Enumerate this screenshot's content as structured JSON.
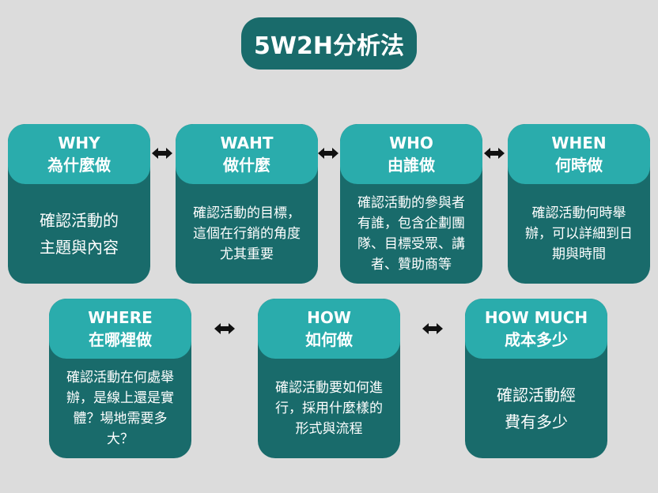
{
  "title": "5W2H分析法",
  "colors": {
    "background": "#dcdcdc",
    "header": "#2aacac",
    "body": "#196b6b",
    "text": "#ffffff",
    "arrow": "#111111"
  },
  "cards": [
    {
      "en": "WHY",
      "zh": "為什麼做",
      "lines": [
        "確認活動的",
        "主題與內容"
      ]
    },
    {
      "en": "WAHT",
      "zh": "做什麼",
      "lines": [
        "確認活動的目標，",
        "這個在行銷的角度",
        "尤其重要"
      ]
    },
    {
      "en": "WHO",
      "zh": "由誰做",
      "lines": [
        "確認活動的參與者",
        "有誰，包含企劃團",
        "隊、目標受眾、講",
        "者、贊助商等"
      ]
    },
    {
      "en": "WHEN",
      "zh": "何時做",
      "lines": [
        "確認活動何時舉",
        "辦，可以詳細到日",
        "期與時間"
      ]
    },
    {
      "en": "WHERE",
      "zh": "在哪裡做",
      "lines": [
        "確認活動在何處舉",
        "辦，是線上還是實",
        "體？場地需要多",
        "大？"
      ]
    },
    {
      "en": "HOW",
      "zh": "如何做",
      "lines": [
        "確認活動要如何進",
        "行，採用什麼樣的",
        "形式與流程"
      ]
    },
    {
      "en": "HOW MUCH",
      "zh": "成本多少",
      "lines": [
        "確認活動經",
        "費有多少"
      ]
    }
  ]
}
